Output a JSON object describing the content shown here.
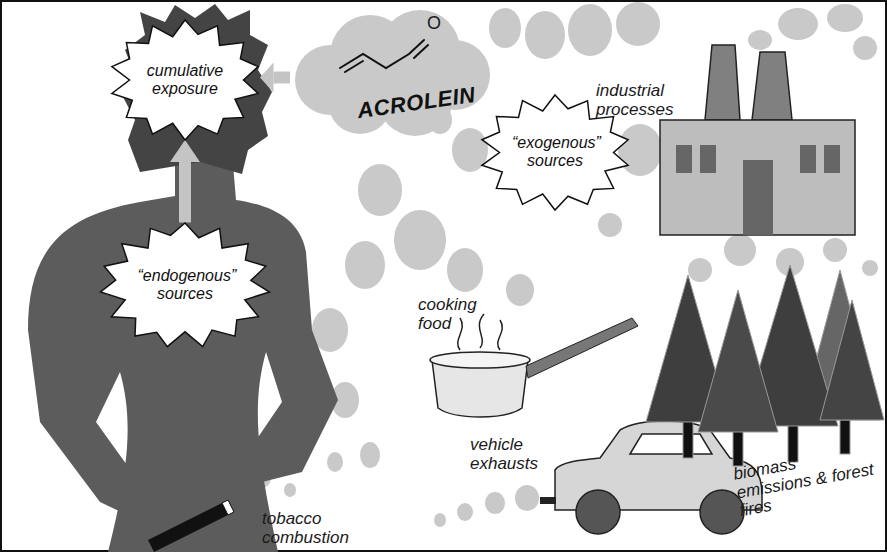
{
  "diagram": {
    "nodes": [
      {
        "text": [
          "cumulative exposure"
        ]
      },
      {
        "text": [
          "ACROLEIN"
        ]
      },
      {
        "text": [
          "“exogenous” sources"
        ]
      },
      {
        "text": [
          "“endogenous” sources"
        ]
      }
    ],
    "edges": [
      {
        "from": 1,
        "to": 0,
        "arrow": "to"
      },
      {
        "from": 3,
        "to": 0,
        "arrow": "to"
      }
    ],
    "labels": [
      "O",
      "industrial processes",
      "cooking food",
      "vehicle exhausts",
      "biomass emissions & forest fires",
      "tobacco combustion"
    ]
  }
}
